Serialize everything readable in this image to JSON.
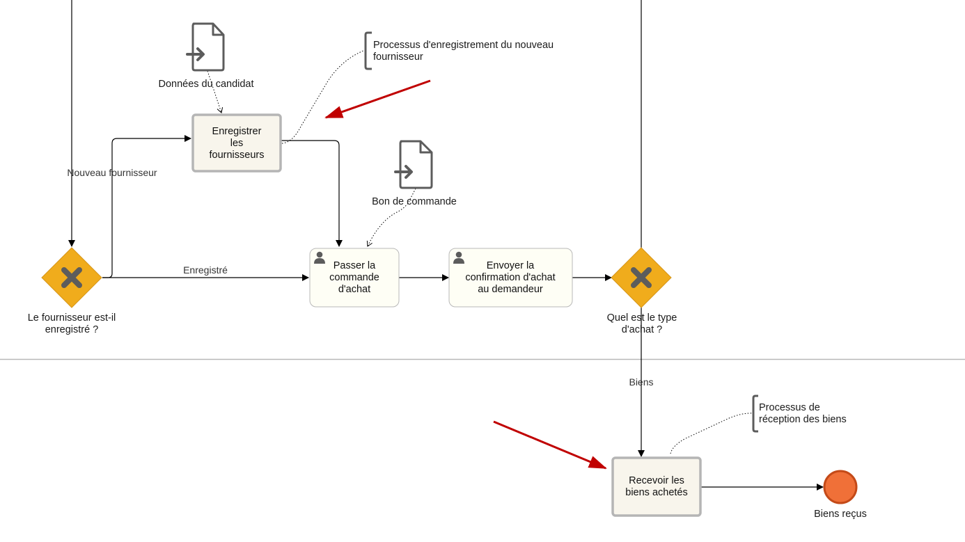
{
  "colors": {
    "gateway": "#f0ac1c",
    "end_event": "#f07038",
    "task_fill": "#fefef5",
    "subprocess_fill": "#f8f5ec",
    "annotation_arrow": "#c00000"
  },
  "data_objects": {
    "candidate": {
      "label": "Données du candidat",
      "icon": "data-input-icon"
    },
    "order": {
      "label": "Bon de commande",
      "icon": "data-input-icon"
    }
  },
  "annotations": {
    "registration": [
      "Processus d'enregistrement du nouveau",
      "fournisseur"
    ],
    "reception": [
      "Processus de",
      "réception des biens"
    ]
  },
  "tasks": {
    "register_suppliers": [
      "Enregistrer",
      "les",
      "fournisseurs"
    ],
    "place_order": [
      "Passer la",
      "commande",
      "d'achat"
    ],
    "send_confirmation": [
      "Envoyer la",
      "confirmation d'achat",
      "au demandeur"
    ],
    "receive_goods": [
      "Recevoir les",
      "biens achetés"
    ]
  },
  "gateways": {
    "supplier_registered": [
      "Le fournisseur est-il",
      "enregistré ?"
    ],
    "purchase_type": [
      "Quel est le type",
      "d'achat ?"
    ]
  },
  "flows": {
    "new_supplier": "Nouveau fournisseur",
    "registered": "Enregistré",
    "goods": "Biens"
  },
  "end_event": {
    "label": "Biens reçus"
  }
}
